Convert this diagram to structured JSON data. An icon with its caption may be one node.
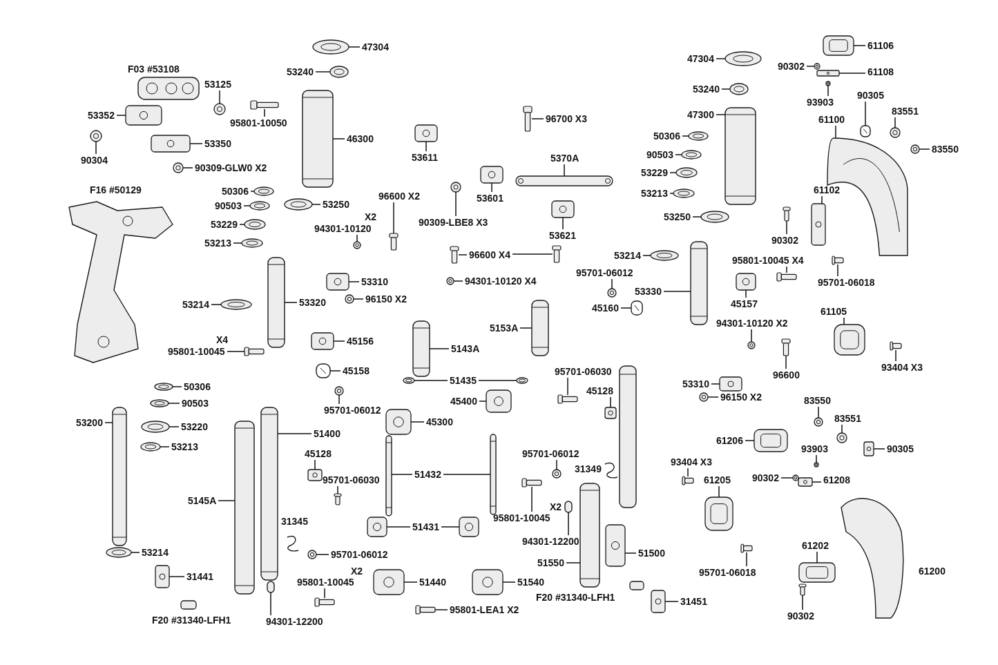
{
  "diagram": {
    "nodes": [
      {
        "text": [
          "47304"
        ]
      },
      {
        "text": [
          "53240"
        ]
      },
      {
        "text": [
          "53125"
        ]
      },
      {
        "text": [
          "53352"
        ]
      },
      {
        "text": [
          "95801-10050"
        ]
      },
      {
        "text": [
          "46300"
        ]
      },
      {
        "text": [
          "53350"
        ]
      },
      {
        "text": [
          "90304"
        ]
      },
      {
        "text": [
          "90309-GLW0 X2"
        ]
      },
      {
        "text": [
          "50306"
        ]
      },
      {
        "text": [
          "90503"
        ]
      },
      {
        "text": [
          "53229"
        ]
      },
      {
        "text": [
          "53213"
        ]
      },
      {
        "text": [
          "53250"
        ]
      },
      {
        "text": [
          "94301-10120"
        ]
      },
      {
        "text": [
          "96600 X2"
        ]
      },
      {
        "text": [
          "53611"
        ]
      },
      {
        "text": [
          "90309-LBE8 X3"
        ]
      },
      {
        "text": [
          "53601"
        ]
      },
      {
        "text": [
          "96700 X3"
        ]
      },
      {
        "text": [
          "5370A"
        ]
      },
      {
        "text": [
          "53621"
        ]
      },
      {
        "text": [
          "96600 X4"
        ]
      },
      {
        "text": [
          "94301-10120 X4"
        ]
      },
      {
        "text": [
          "53310"
        ]
      },
      {
        "text": [
          "96150 X2"
        ]
      },
      {
        "text": [
          "53320"
        ]
      },
      {
        "text": [
          "53214"
        ]
      },
      {
        "text": [
          "45156"
        ]
      },
      {
        "text": [
          "95801-10045"
        ]
      },
      {
        "text": [
          "45158"
        ]
      },
      {
        "text": [
          "95701-06012"
        ]
      },
      {
        "text": [
          "5143A"
        ]
      },
      {
        "text": [
          "51435"
        ]
      },
      {
        "text": [
          "5153A"
        ]
      },
      {
        "text": [
          "45400"
        ]
      },
      {
        "text": [
          "45300"
        ]
      },
      {
        "text": [
          "51400"
        ]
      },
      {
        "text": [
          "45128"
        ]
      },
      {
        "text": [
          "95701-06030"
        ]
      },
      {
        "text": [
          "5145A"
        ]
      },
      {
        "text": [
          "51432"
        ]
      },
      {
        "text": [
          "95701-06012"
        ]
      },
      {
        "text": [
          "31441"
        ]
      },
      {
        "text": [
          "53214"
        ]
      },
      {
        "text": [
          "53200"
        ]
      },
      {
        "text": [
          "50306"
        ]
      },
      {
        "text": [
          "90503"
        ]
      },
      {
        "text": [
          "53220"
        ]
      },
      {
        "text": [
          "53213"
        ]
      },
      {
        "text": [
          "95801-10045"
        ]
      },
      {
        "text": [
          "94301-12200"
        ]
      },
      {
        "text": [
          "51431"
        ]
      },
      {
        "text": [
          "51440"
        ]
      },
      {
        "text": [
          "95801-LEA1 X2"
        ]
      },
      {
        "text": [
          "51540"
        ]
      },
      {
        "text": [
          "95701-06030"
        ]
      },
      {
        "text": [
          "45128"
        ]
      },
      {
        "text": [
          "95701-06012"
        ]
      },
      {
        "text": [
          "95801-10045"
        ]
      },
      {
        "text": [
          "94301-12200"
        ]
      },
      {
        "text": [
          "51550"
        ]
      },
      {
        "text": [
          "51500"
        ]
      },
      {
        "text": [
          "31451"
        ]
      },
      {
        "text": [
          "53214"
        ]
      },
      {
        "text": [
          "95701-06012"
        ]
      },
      {
        "text": [
          "45160"
        ]
      },
      {
        "text": [
          "53330"
        ]
      },
      {
        "text": [
          "47304"
        ]
      },
      {
        "text": [
          "53240"
        ]
      },
      {
        "text": [
          "47300"
        ]
      },
      {
        "text": [
          "50306"
        ]
      },
      {
        "text": [
          "90503"
        ]
      },
      {
        "text": [
          "53229"
        ]
      },
      {
        "text": [
          "53213"
        ]
      },
      {
        "text": [
          "53250"
        ]
      },
      {
        "text": [
          "61106"
        ]
      },
      {
        "text": [
          "90302"
        ]
      },
      {
        "text": [
          "61108"
        ]
      },
      {
        "text": [
          "93903"
        ]
      },
      {
        "text": [
          "90305"
        ]
      },
      {
        "text": [
          "83551"
        ]
      },
      {
        "text": [
          "83550"
        ]
      },
      {
        "text": [
          "61100"
        ]
      },
      {
        "text": [
          "61102"
        ]
      },
      {
        "text": [
          "90302"
        ]
      },
      {
        "text": [
          "95801-10045 X4"
        ]
      },
      {
        "text": [
          "95701-06018"
        ]
      },
      {
        "text": [
          "45157"
        ]
      },
      {
        "text": [
          "61105"
        ]
      },
      {
        "text": [
          "94301-10120 X2"
        ]
      },
      {
        "text": [
          "96600"
        ]
      },
      {
        "text": [
          "93404 X3"
        ]
      },
      {
        "text": [
          "53310"
        ]
      },
      {
        "text": [
          "96150 X2"
        ]
      },
      {
        "text": [
          "83550"
        ]
      },
      {
        "text": [
          "83551"
        ]
      },
      {
        "text": [
          "61206"
        ]
      },
      {
        "text": [
          "90305"
        ]
      },
      {
        "text": [
          "93903"
        ]
      },
      {
        "text": [
          "93404 X3"
        ]
      },
      {
        "text": [
          "61205"
        ]
      },
      {
        "text": [
          "90302"
        ]
      },
      {
        "text": [
          "61208"
        ]
      },
      {
        "text": [
          "95701-06018"
        ]
      },
      {
        "text": [
          "61202"
        ]
      },
      {
        "text": [
          "90302"
        ]
      },
      {
        "text": [],
        "shape": "picture"
      },
      {
        "text": [],
        "shape": "picture"
      },
      {
        "text": [],
        "shape": "picture"
      },
      {
        "text": [],
        "shape": "picture"
      },
      {
        "text": [],
        "shape": "picture"
      },
      {
        "text": [],
        "shape": "picture"
      },
      {
        "text": [],
        "shape": "picture"
      },
      {
        "text": [],
        "shape": "picture"
      },
      {
        "text": [],
        "shape": "picture"
      },
      {
        "text": [],
        "shape": "picture"
      },
      {
        "text": [],
        "shape": "picture"
      },
      {
        "text": [],
        "shape": "picture"
      },
      {
        "text": [],
        "shape": "picture"
      },
      {
        "text": [],
        "shape": "picture"
      },
      {
        "text": [],
        "shape": "picture"
      },
      {
        "text": [],
        "shape": "picture"
      },
      {
        "text": [],
        "shape": "picture"
      },
      {
        "text": [],
        "shape": "picture"
      },
      {
        "text": [],
        "shape": "picture"
      },
      {
        "text": [],
        "shape": "picture"
      },
      {
        "text": [],
        "shape": "picture"
      },
      {
        "text": [],
        "shape": "picture"
      },
      {
        "text": [],
        "shape": "picture"
      },
      {
        "text": [],
        "shape": "picture"
      },
      {
        "text": [],
        "shape": "picture"
      },
      {
        "text": [],
        "shape": "picture"
      },
      {
        "text": [],
        "shape": "picture"
      },
      {
        "text": [],
        "shape": "picture"
      },
      {
        "text": [],
        "shape": "picture"
      },
      {
        "text": [],
        "shape": "picture"
      },
      {
        "text": [],
        "shape": "picture"
      },
      {
        "text": [],
        "shape": "picture"
      },
      {
        "text": [],
        "shape": "picture"
      },
      {
        "text": [],
        "shape": "picture"
      },
      {
        "text": [],
        "shape": "picture"
      },
      {
        "text": [],
        "shape": "picture"
      },
      {
        "text": [],
        "shape": "picture"
      },
      {
        "text": [],
        "shape": "picture"
      },
      {
        "text": [],
        "shape": "picture"
      },
      {
        "text": [],
        "shape": "picture"
      },
      {
        "text": [],
        "shape": "picture"
      },
      {
        "text": [],
        "shape": "picture"
      },
      {
        "text": [],
        "shape": "picture"
      },
      {
        "text": [],
        "shape": "picture"
      },
      {
        "text": [],
        "shape": "picture"
      },
      {
        "text": [],
        "shape": "picture"
      },
      {
        "text": [],
        "shape": "picture"
      },
      {
        "text": [],
        "shape": "picture"
      },
      {
        "text": [],
        "shape": "picture"
      },
      {
        "text": [],
        "shape": "picture"
      },
      {
        "text": [],
        "shape": "picture"
      },
      {
        "text": [],
        "shape": "picture"
      },
      {
        "text": [],
        "shape": "picture"
      },
      {
        "text": [],
        "shape": "picture"
      },
      {
        "text": [],
        "shape": "picture"
      },
      {
        "text": [],
        "shape": "picture"
      },
      {
        "text": [],
        "shape": "picture"
      },
      {
        "text": [],
        "shape": "picture"
      },
      {
        "text": [],
        "shape": "picture"
      },
      {
        "text": [],
        "shape": "picture"
      },
      {
        "text": [],
        "shape": "picture"
      },
      {
        "text": [],
        "shape": "picture"
      },
      {
        "text": [],
        "shape": "picture"
      },
      {
        "text": [],
        "shape": "picture"
      },
      {
        "text": [],
        "shape": "picture"
      },
      {
        "text": [],
        "shape": "picture"
      },
      {
        "text": [],
        "shape": "picture"
      },
      {
        "text": [],
        "shape": "picture"
      },
      {
        "text": [],
        "shape": "picture"
      },
      {
        "text": [],
        "shape": "picture"
      },
      {
        "text": [],
        "shape": "picture"
      },
      {
        "text": [],
        "shape": "picture"
      },
      {
        "text": [],
        "shape": "picture"
      },
      {
        "text": [],
        "shape": "picture"
      },
      {
        "text": [],
        "shape": "picture"
      },
      {
        "text": [],
        "shape": "picture"
      },
      {
        "text": [],
        "shape": "picture"
      },
      {
        "text": [],
        "shape": "picture"
      },
      {
        "text": [],
        "shape": "picture"
      },
      {
        "text": [],
        "shape": "picture"
      },
      {
        "text": [],
        "shape": "picture"
      },
      {
        "text": [],
        "shape": "picture"
      },
      {
        "text": [],
        "shape": "picture"
      },
      {
        "text": [],
        "shape": "picture"
      },
      {
        "text": [],
        "shape": "picture"
      },
      {
        "text": [],
        "shape": "picture"
      },
      {
        "text": [],
        "shape": "picture"
      },
      {
        "text": [],
        "shape": "picture"
      },
      {
        "text": [],
        "shape": "picture"
      },
      {
        "text": [],
        "shape": "picture"
      },
      {
        "text": [],
        "shape": "picture"
      },
      {
        "text": [],
        "shape": "picture"
      },
      {
        "text": [],
        "shape": "picture"
      },
      {
        "text": [],
        "shape": "picture"
      },
      {
        "text": [],
        "shape": "picture"
      },
      {
        "text": [],
        "shape": "picture"
      },
      {
        "text": [],
        "shape": "picture"
      },
      {
        "text": [],
        "shape": "picture"
      },
      {
        "text": [],
        "shape": "picture"
      },
      {
        "text": [],
        "shape": "picture"
      },
      {
        "text": [],
        "shape": "picture"
      },
      {
        "text": [],
        "shape": "picture"
      },
      {
        "text": [],
        "shape": "picture"
      },
      {
        "text": [],
        "shape": "picture"
      },
      {
        "text": [],
        "shape": "picture"
      },
      {
        "text": [],
        "shape": "picture"
      },
      {
        "text": [],
        "shape": "picture"
      },
      {
        "text": [],
        "shape": "picture"
      },
      {
        "text": [],
        "shape": "picture"
      },
      {
        "text": [],
        "shape": "picture"
      },
      {
        "text": [],
        "shape": "picture"
      }
    ],
    "edges": [
      {
        "from": 0,
        "to": 107,
        "arrow": "none"
      },
      {
        "from": 1,
        "to": 108,
        "arrow": "none"
      },
      {
        "from": 2,
        "to": 109,
        "arrow": "none"
      },
      {
        "from": 3,
        "to": 110,
        "arrow": "none"
      },
      {
        "from": 4,
        "to": 111,
        "arrow": "none"
      },
      {
        "from": 5,
        "to": 112,
        "arrow": "none"
      },
      {
        "from": 6,
        "to": 113,
        "arrow": "none"
      },
      {
        "from": 7,
        "to": 114,
        "arrow": "none"
      },
      {
        "from": 8,
        "to": 115,
        "arrow": "none"
      },
      {
        "from": 9,
        "to": 116,
        "arrow": "none"
      },
      {
        "from": 10,
        "to": 117,
        "arrow": "none"
      },
      {
        "from": 11,
        "to": 118,
        "arrow": "none"
      },
      {
        "from": 12,
        "to": 119,
        "arrow": "none"
      },
      {
        "from": 13,
        "to": 120,
        "arrow": "none"
      },
      {
        "from": 14,
        "to": 121,
        "arrow": "none"
      },
      {
        "from": 15,
        "to": 122,
        "arrow": "none"
      },
      {
        "from": 16,
        "to": 123,
        "arrow": "none"
      },
      {
        "from": 17,
        "to": 124,
        "arrow": "none"
      },
      {
        "from": 18,
        "to": 125,
        "arrow": "none"
      },
      {
        "from": 19,
        "to": 126,
        "arrow": "none"
      },
      {
        "from": 20,
        "to": 127,
        "arrow": "none"
      },
      {
        "from": 21,
        "to": 128,
        "arrow": "none"
      },
      {
        "from": 22,
        "to": 129,
        "arrow": "none"
      },
      {
        "from": 22,
        "to": 130,
        "arrow": "none"
      },
      {
        "from": 23,
        "to": 131,
        "arrow": "none"
      },
      {
        "from": 24,
        "to": 132,
        "arrow": "none"
      },
      {
        "from": 25,
        "to": 133,
        "arrow": "none"
      },
      {
        "from": 26,
        "to": 134,
        "arrow": "none"
      },
      {
        "from": 27,
        "to": 135,
        "arrow": "none"
      },
      {
        "from": 28,
        "to": 136,
        "arrow": "none"
      },
      {
        "from": 29,
        "to": 137,
        "arrow": "none"
      },
      {
        "from": 30,
        "to": 138,
        "arrow": "none"
      },
      {
        "from": 31,
        "to": 139,
        "arrow": "none"
      },
      {
        "from": 32,
        "to": 140,
        "arrow": "none"
      },
      {
        "from": 33,
        "to": 141,
        "arrow": "none"
      },
      {
        "from": 33,
        "to": 142,
        "arrow": "none"
      },
      {
        "from": 34,
        "to": 143,
        "arrow": "none"
      },
      {
        "from": 35,
        "to": 144,
        "arrow": "none"
      },
      {
        "from": 36,
        "to": 145,
        "arrow": "none"
      },
      {
        "from": 37,
        "to": 146,
        "arrow": "none"
      },
      {
        "from": 38,
        "to": 147,
        "arrow": "none"
      },
      {
        "from": 39,
        "to": 148,
        "arrow": "none"
      },
      {
        "from": 40,
        "to": 149,
        "arrow": "none"
      },
      {
        "from": 41,
        "to": 150,
        "arrow": "none"
      },
      {
        "from": 41,
        "to": 151,
        "arrow": "none"
      },
      {
        "from": 42,
        "to": 152,
        "arrow": "none"
      },
      {
        "from": 43,
        "to": 153,
        "arrow": "none"
      },
      {
        "from": 44,
        "to": 154,
        "arrow": "none"
      },
      {
        "from": 45,
        "to": 155,
        "arrow": "none"
      },
      {
        "from": 46,
        "to": 156,
        "arrow": "none"
      },
      {
        "from": 47,
        "to": 157,
        "arrow": "none"
      },
      {
        "from": 48,
        "to": 158,
        "arrow": "none"
      },
      {
        "from": 49,
        "to": 159,
        "arrow": "none"
      },
      {
        "from": 50,
        "to": 160,
        "arrow": "none"
      },
      {
        "from": 51,
        "to": 161,
        "arrow": "none"
      },
      {
        "from": 52,
        "to": 162,
        "arrow": "none"
      },
      {
        "from": 52,
        "to": 163,
        "arrow": "none"
      },
      {
        "from": 53,
        "to": 164,
        "arrow": "none"
      },
      {
        "from": 54,
        "to": 165,
        "arrow": "none"
      },
      {
        "from": 55,
        "to": 166,
        "arrow": "none"
      },
      {
        "from": 56,
        "to": 167,
        "arrow": "none"
      },
      {
        "from": 57,
        "to": 168,
        "arrow": "none"
      },
      {
        "from": 58,
        "to": 169,
        "arrow": "none"
      },
      {
        "from": 59,
        "to": 170,
        "arrow": "none"
      },
      {
        "from": 60,
        "to": 171,
        "arrow": "none"
      },
      {
        "from": 61,
        "to": 172,
        "arrow": "none"
      },
      {
        "from": 62,
        "to": 173,
        "arrow": "none"
      },
      {
        "from": 63,
        "to": 174,
        "arrow": "none"
      },
      {
        "from": 64,
        "to": 175,
        "arrow": "none"
      },
      {
        "from": 65,
        "to": 176,
        "arrow": "none"
      },
      {
        "from": 66,
        "to": 177,
        "arrow": "none"
      },
      {
        "from": 67,
        "to": 178,
        "arrow": "none"
      },
      {
        "from": 68,
        "to": 179,
        "arrow": "none"
      },
      {
        "from": 69,
        "to": 180,
        "arrow": "none"
      },
      {
        "from": 70,
        "to": 181,
        "arrow": "none"
      },
      {
        "from": 71,
        "to": 182,
        "arrow": "none"
      },
      {
        "from": 72,
        "to": 183,
        "arrow": "none"
      },
      {
        "from": 73,
        "to": 184,
        "arrow": "none"
      },
      {
        "from": 74,
        "to": 185,
        "arrow": "none"
      },
      {
        "from": 75,
        "to": 186,
        "arrow": "none"
      },
      {
        "from": 76,
        "to": 187,
        "arrow": "none"
      },
      {
        "from": 77,
        "to": 188,
        "arrow": "none"
      },
      {
        "from": 78,
        "to": 189,
        "arrow": "none"
      },
      {
        "from": 79,
        "to": 190,
        "arrow": "none"
      },
      {
        "from": 80,
        "to": 191,
        "arrow": "none"
      },
      {
        "from": 81,
        "to": 192,
        "arrow": "none"
      },
      {
        "from": 82,
        "to": 193,
        "arrow": "none"
      },
      {
        "from": 83,
        "to": 194,
        "arrow": "none"
      },
      {
        "from": 84,
        "to": 195,
        "arrow": "none"
      },
      {
        "from": 85,
        "to": 196,
        "arrow": "none"
      },
      {
        "from": 86,
        "to": 197,
        "arrow": "none"
      },
      {
        "from": 87,
        "to": 198,
        "arrow": "none"
      },
      {
        "from": 88,
        "to": 199,
        "arrow": "none"
      },
      {
        "from": 89,
        "to": 200,
        "arrow": "none"
      },
      {
        "from": 90,
        "to": 201,
        "arrow": "none"
      },
      {
        "from": 91,
        "to": 202,
        "arrow": "none"
      },
      {
        "from": 92,
        "to": 203,
        "arrow": "none"
      },
      {
        "from": 93,
        "to": 204,
        "arrow": "none"
      },
      {
        "from": 94,
        "to": 205,
        "arrow": "none"
      },
      {
        "from": 95,
        "to": 206,
        "arrow": "none"
      },
      {
        "from": 96,
        "to": 207,
        "arrow": "none"
      },
      {
        "from": 97,
        "to": 208,
        "arrow": "none"
      },
      {
        "from": 98,
        "to": 209,
        "arrow": "none"
      },
      {
        "from": 99,
        "to": 210,
        "arrow": "none"
      },
      {
        "from": 100,
        "to": 211,
        "arrow": "none"
      },
      {
        "from": 101,
        "to": 212,
        "arrow": "none"
      },
      {
        "from": 102,
        "to": 213,
        "arrow": "none"
      },
      {
        "from": 103,
        "to": 214,
        "arrow": "none"
      },
      {
        "from": 104,
        "to": 215,
        "arrow": "none"
      },
      {
        "from": 105,
        "to": 216,
        "arrow": "none"
      },
      {
        "from": 106,
        "to": 217,
        "arrow": "none"
      }
    ],
    "labels": [
      "F03 #53108",
      "F16 #50129",
      "X2",
      "X4",
      "31345",
      "X2",
      "F20 #31340-LFH1",
      "31349",
      "X2",
      "F20 #31340-LFH1",
      "61200"
    ]
  }
}
